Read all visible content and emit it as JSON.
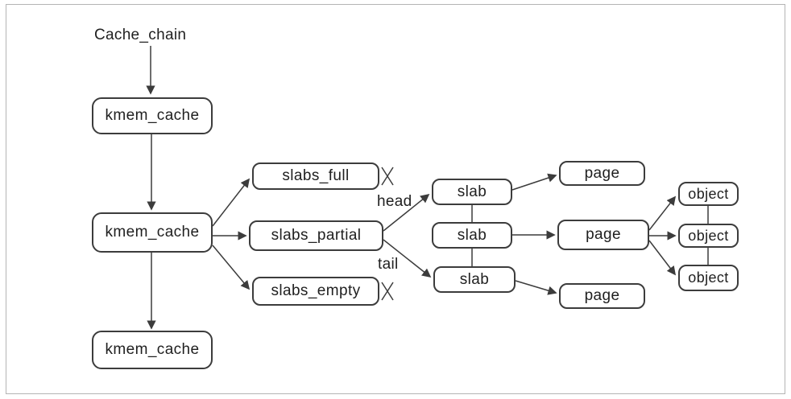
{
  "diagram": {
    "labels": {
      "cache_chain": "Cache_chain",
      "head": "head",
      "tail": "tail"
    },
    "nodes": {
      "kmem_cache_top": "kmem_cache",
      "kmem_cache_mid": "kmem_cache",
      "kmem_cache_bottom": "kmem_cache",
      "slabs_full": "slabs_full",
      "slabs_partial": "slabs_partial",
      "slabs_empty": "slabs_empty",
      "slab_head": "slab",
      "slab_middle": "slab",
      "slab_tail": "slab",
      "page_top": "page",
      "page_middle": "page",
      "page_bottom": "page",
      "object_top": "object",
      "object_middle": "object",
      "object_bottom": "object"
    },
    "icons": {
      "null_terminator": "X"
    },
    "colors": {
      "stroke": "#3c3c3c",
      "node_fill": "#ffffff",
      "text": "#1f1f1f",
      "frame": "#b4b4b4"
    }
  }
}
